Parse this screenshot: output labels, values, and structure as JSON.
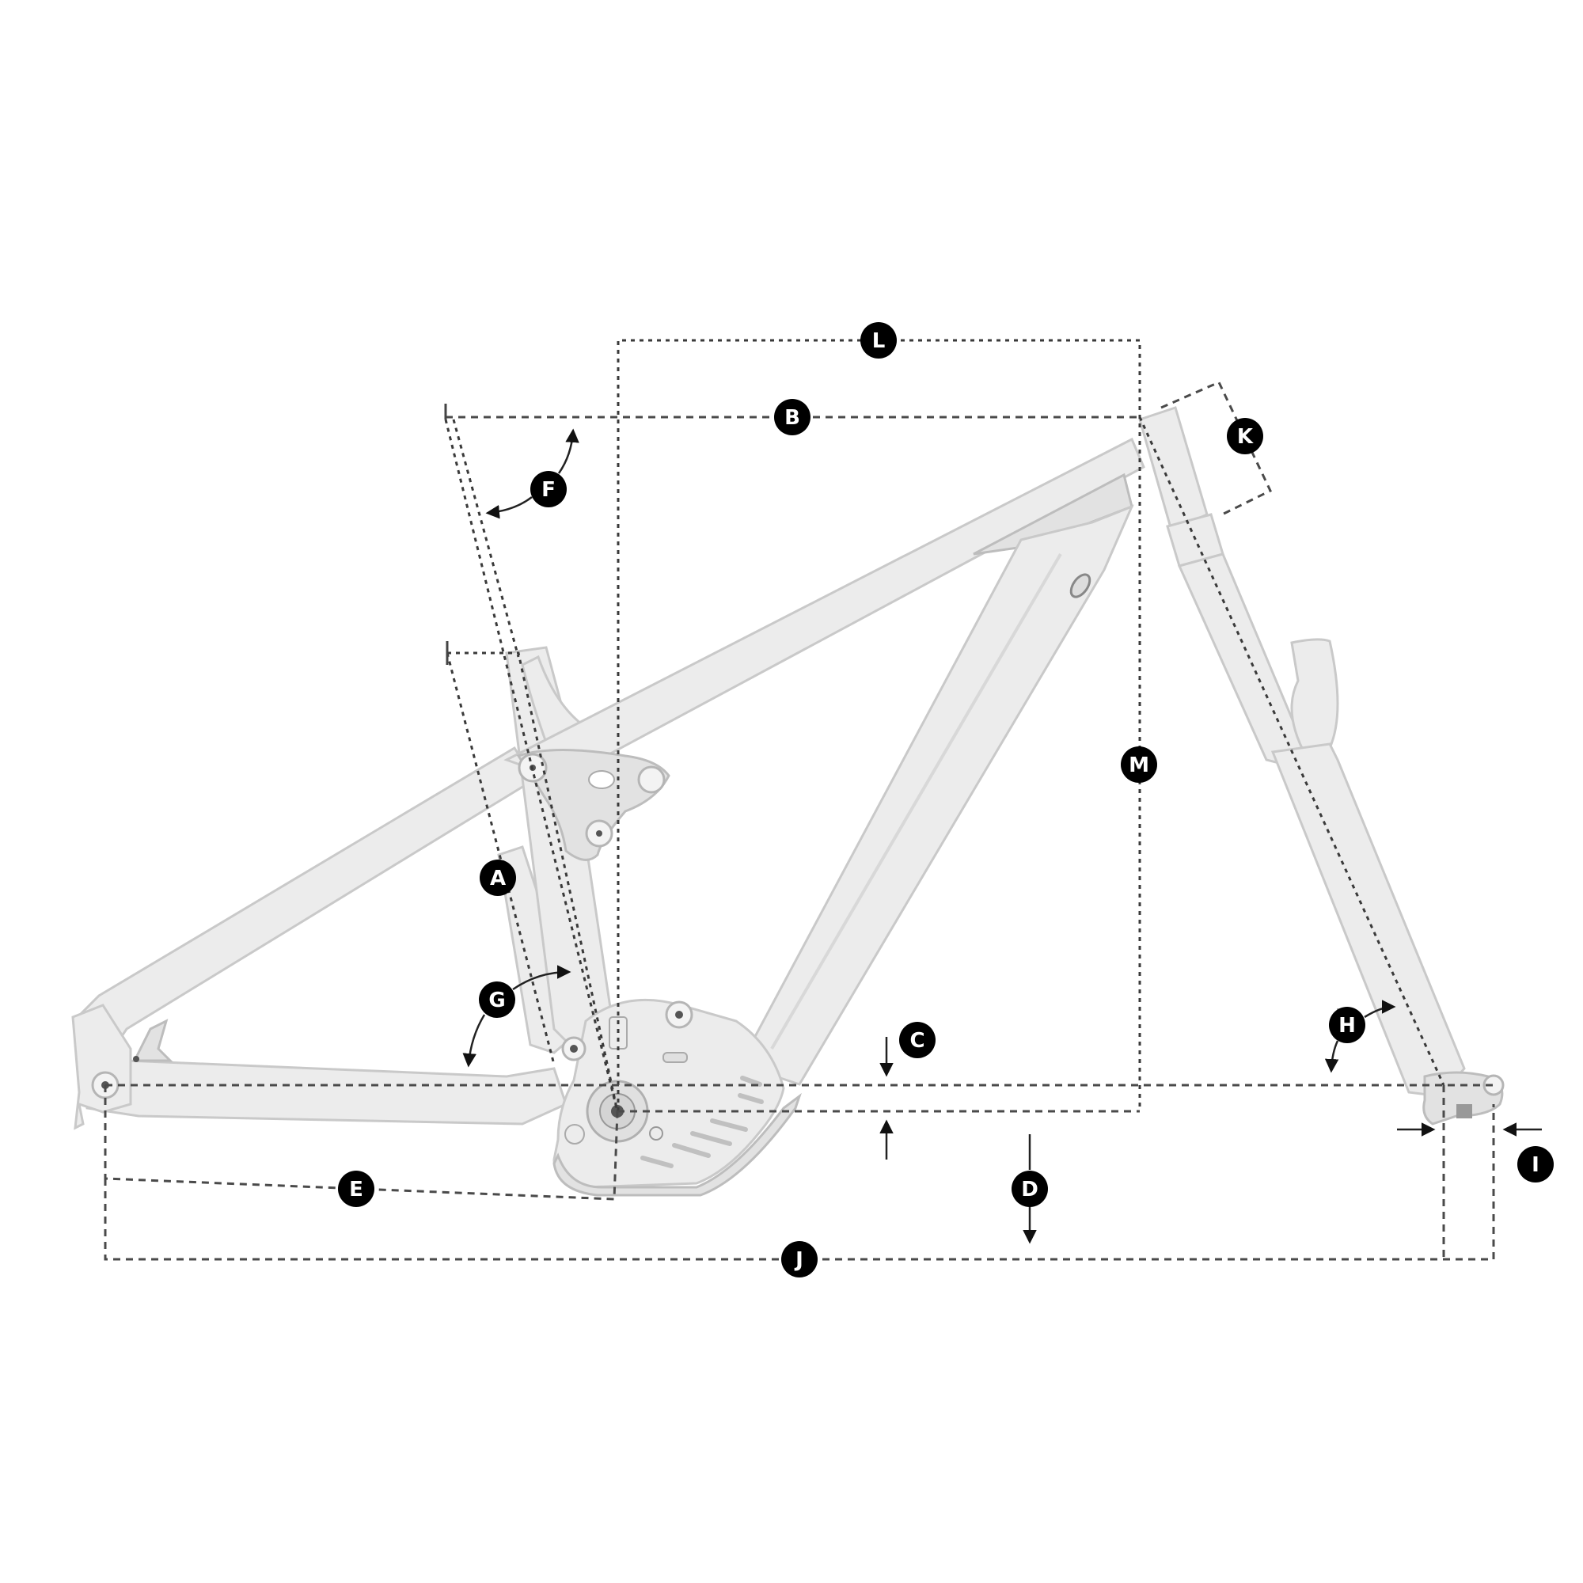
{
  "diagram": {
    "title": "Frame geometry diagram",
    "background": "#ffffff",
    "frame_color": "#ececec",
    "line_color": "#4a4a4a",
    "badge_color": "#000000",
    "badge_text_color": "#ffffff"
  },
  "labels": {
    "A": "A",
    "B": "B",
    "C": "C",
    "D": "D",
    "E": "E",
    "F": "F",
    "G": "G",
    "H": "H",
    "I": "I",
    "J": "J",
    "K": "K",
    "L": "L",
    "M": "M"
  }
}
